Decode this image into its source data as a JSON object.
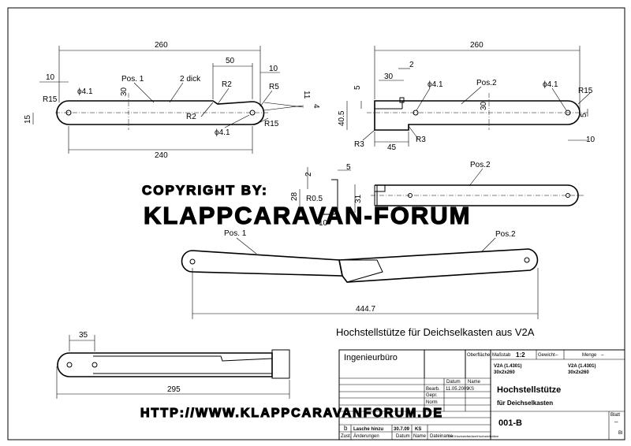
{
  "views": {
    "pos1": {
      "label": "Pos. 1",
      "note": "2 dick",
      "dims": [
        "260",
        "10",
        "30",
        "50",
        "10",
        "R2",
        "R5",
        "R15",
        "R2",
        "R15",
        "15",
        "ϕ4.1",
        "ϕ4.1",
        "240",
        "11",
        "4"
      ]
    },
    "pos2": {
      "label": "Pos.2",
      "dims": [
        "260",
        "2",
        "30",
        "5",
        "ϕ4.1",
        "ϕ4.1",
        "R15",
        "30",
        "5",
        "40.5",
        "R3",
        "45",
        "R3",
        "10"
      ]
    },
    "detail": {
      "dims": [
        "5",
        "2",
        "28",
        "R0.5",
        "31",
        "10"
      ],
      "label": "Pos.2"
    },
    "assembly": {
      "label_left": "Pos. 1",
      "label_right": "Pos.2",
      "length": "444.7",
      "title": "Hochstellstütze für Deichselkasten aus V2A"
    },
    "folded": {
      "dim_top": "35",
      "dim_bottom": "295"
    }
  },
  "watermark": {
    "line1": "COPYRIGHT BY:",
    "line2": "KLAPPCARAVAN-FORUM",
    "url": "HTTP://WWW.KLAPPCARAVANFORUM.DE"
  },
  "title_block": {
    "office": "Ingenieurbüro",
    "surface_label": "Oberfläche",
    "scale_label": "Maßstab",
    "scale_value": "1:2",
    "weight_label": "Gewicht",
    "weight_value": "–",
    "range_label": "Menge",
    "range_value": "–",
    "material_left_1": "V2A (1.4301)",
    "material_left_2": "30x2x260",
    "material_right_1": "V2A (1.4301)",
    "material_right_2": "30x2x260",
    "date_label": "Datum",
    "name_label": "Name",
    "row_bearb": "Bearb.",
    "row_gepr": "Gepr.",
    "row_norm": "Norm",
    "bearb_date": "11.05.2009",
    "bearb_name": "KS",
    "title_1": "Hochstellstütze",
    "title_2": "für Deichselkasten",
    "drawing_no": "001-B",
    "sheet_label": "Blatt",
    "sheet_value": "–",
    "sheet_count": "Bl",
    "rev_letter": "b",
    "rev_text": "Lasche hinzu",
    "rev_date": "30.7.09",
    "rev_name": "KS",
    "zust_label": "Zust.",
    "aend_label": "Änderungen",
    "datum_label": "Datum",
    "name2_label": "Name",
    "file_label": "Dateiname",
    "file_value": "D:\\K\\Hochstellstütze\\Hochstellstütze"
  }
}
